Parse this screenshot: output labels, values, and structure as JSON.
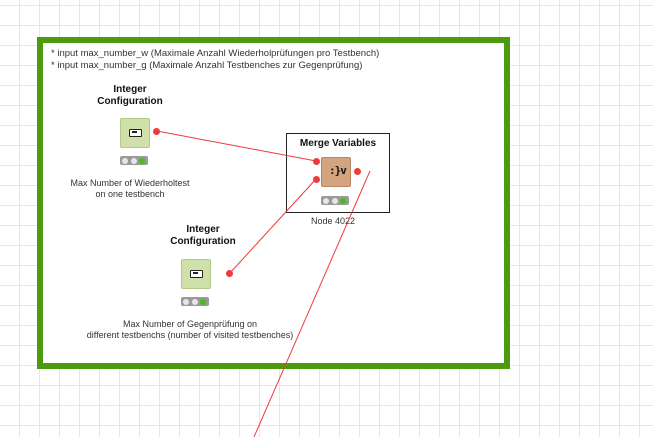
{
  "annotation": {
    "lines": [
      "* input max_number_w (Maximale Anzahl Wiederholprüfungen pro Testbench)",
      "* input max_number_g (Maximale Anzahl Testbenches zur Gegenprüfung)"
    ],
    "border_color": "#4e9a0e"
  },
  "nodes": [
    {
      "title_line1": "Integer",
      "title_line2": "Configuration",
      "caption_line1": "Max Number of Wiederholtest",
      "caption_line2": "on one testbench",
      "icon": "integer-configuration-icon"
    },
    {
      "title_line1": "Integer",
      "title_line2": "Configuration",
      "caption_line1": "Max Number of Gegenprüfung on",
      "caption_line2": "different testbenchs (number of visited testbenches)",
      "icon": "integer-configuration-icon"
    },
    {
      "title": "Merge Variables",
      "caption": "Node 4022",
      "icon": "merge-variables-icon",
      "glyph": ":}v"
    }
  ],
  "colors": {
    "connection": "#f03a3a",
    "port": "#f03a3a",
    "status_ok": "#4cbb17",
    "integer_node": "#cfe0a8",
    "merge_node": "#d4a37f"
  }
}
